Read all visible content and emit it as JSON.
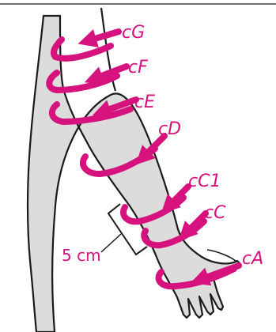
{
  "colors": {
    "accent": "#d6127e",
    "skin": "#dcdcdc",
    "outline": "#1a1a1a",
    "background": "#ffffff"
  },
  "labels": {
    "cG": "cG",
    "cF": "cF",
    "cE": "cE",
    "cD": "cD",
    "cC1": "cC1",
    "cC": "cC",
    "cA": "cA",
    "distance": "5 cm"
  }
}
